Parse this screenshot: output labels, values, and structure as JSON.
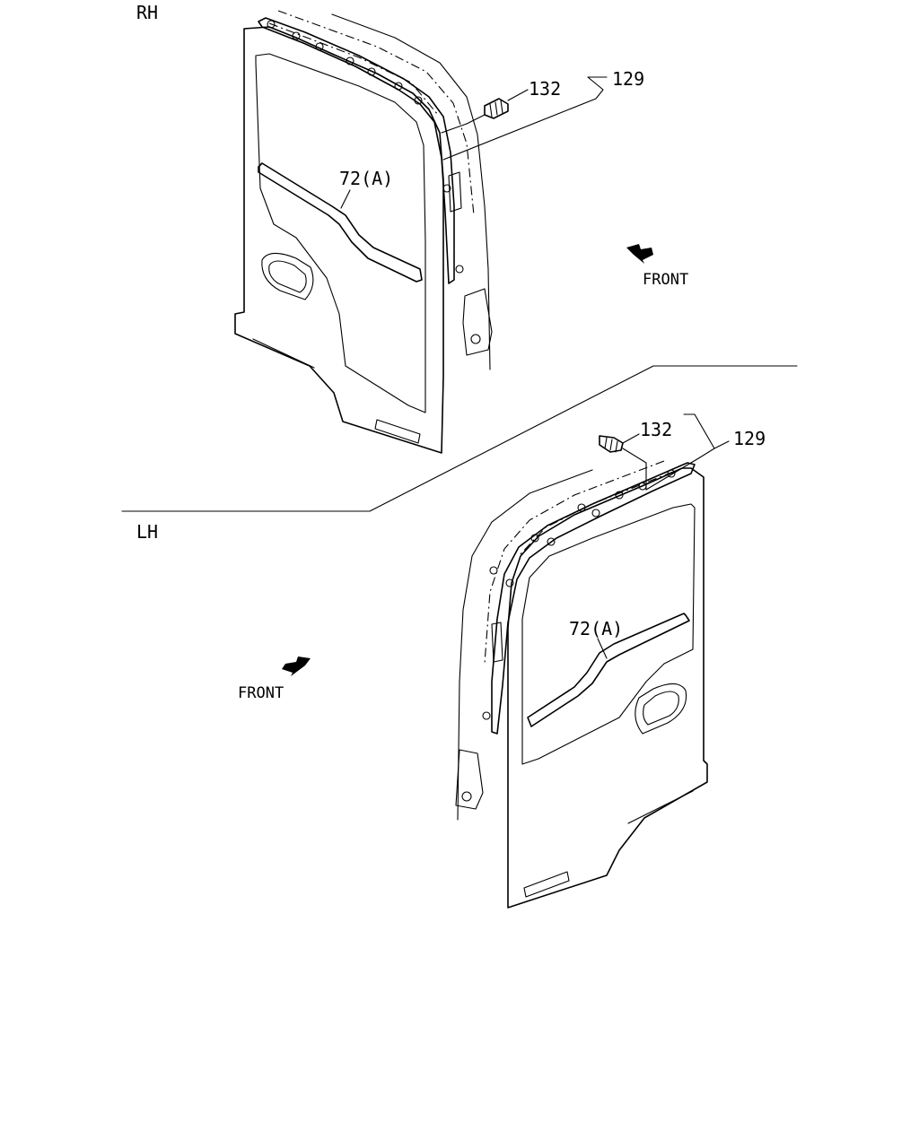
{
  "sections": {
    "rh": "RH",
    "lh": "LH"
  },
  "callouts": {
    "rh_clip": "132",
    "rh_assembly": "129",
    "rh_moulding": "72(A)",
    "lh_clip": "132",
    "lh_assembly": "129",
    "lh_moulding": "72(A)"
  },
  "direction": {
    "rh_front": "FRONT",
    "lh_front": "FRONT"
  },
  "icons": {
    "rh_arrow": "front-arrow-icon",
    "lh_arrow": "front-arrow-icon"
  }
}
